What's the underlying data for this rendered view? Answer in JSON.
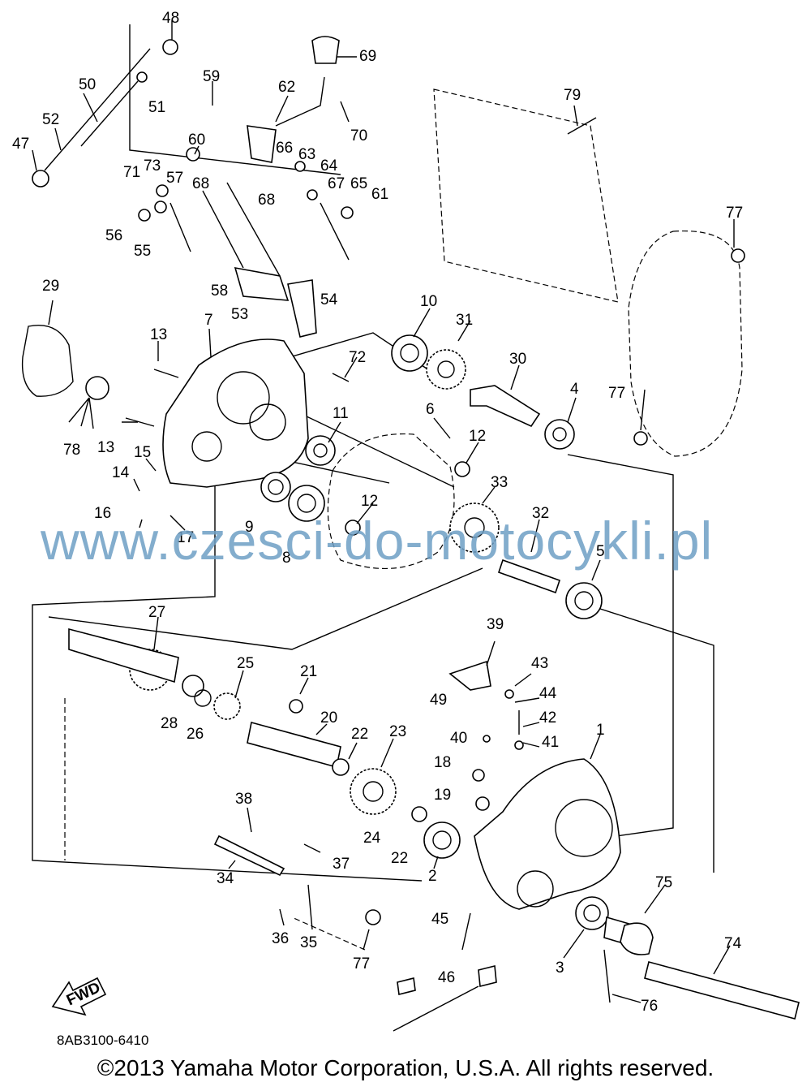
{
  "diagram": {
    "labels": {
      "p1": "1",
      "p2": "2",
      "p3": "3",
      "p4": "4",
      "p5": "5",
      "p6": "6",
      "p7": "7",
      "p8": "8",
      "p9": "9",
      "p10": "10",
      "p11": "11",
      "p12a": "12",
      "p12b": "12",
      "p13a": "13",
      "p13b": "13",
      "p14": "14",
      "p15": "15",
      "p16": "16",
      "p17": "17",
      "p18": "18",
      "p19": "19",
      "p20": "20",
      "p21": "21",
      "p22a": "22",
      "p22b": "22",
      "p23": "23",
      "p24": "24",
      "p25": "25",
      "p26": "26",
      "p27": "27",
      "p28": "28",
      "p29": "29",
      "p30": "30",
      "p31": "31",
      "p32": "32",
      "p33": "33",
      "p34": "34",
      "p35": "35",
      "p36": "36",
      "p37": "37",
      "p38": "38",
      "p39": "39",
      "p40": "40",
      "p41": "41",
      "p42": "42",
      "p43": "43",
      "p44": "44",
      "p45": "45",
      "p46": "46",
      "p47": "47",
      "p48": "48",
      "p49": "49",
      "p50": "50",
      "p51": "51",
      "p52": "52",
      "p53": "53",
      "p54": "54",
      "p55": "55",
      "p56": "56",
      "p57": "57",
      "p58": "58",
      "p59": "59",
      "p60": "60",
      "p61": "61",
      "p62": "62",
      "p63": "63",
      "p64": "64",
      "p65": "65",
      "p66": "66",
      "p67": "67",
      "p68a": "68",
      "p68b": "68",
      "p69": "69",
      "p70": "70",
      "p71": "71",
      "p72": "72",
      "p73": "73",
      "p74": "74",
      "p75": "75",
      "p76": "76",
      "p77a": "77",
      "p77b": "77",
      "p77c": "77",
      "p78": "78",
      "p79": "79"
    },
    "fwd_label": "FWD",
    "diagram_code": "8AB3100-6410"
  },
  "watermark": "www.czesci-do-motocykli.pl",
  "copyright": "©2013 Yamaha Motor Corporation, U.S.A. All rights reserved.",
  "colors": {
    "watermark": "#6e9fc5",
    "ink": "#000000"
  }
}
